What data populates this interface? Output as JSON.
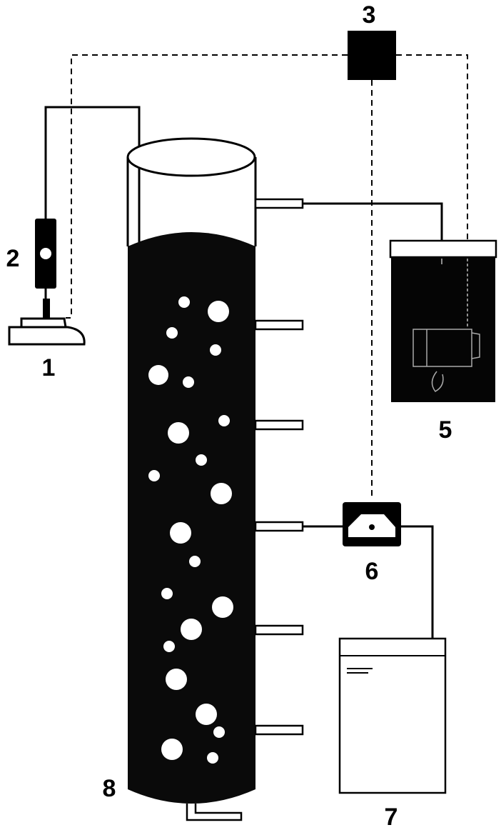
{
  "labels": {
    "n1": "1",
    "n2": "2",
    "n3": "3",
    "n5": "5",
    "n6": "6",
    "n7": "7",
    "n8": "8"
  },
  "colors": {
    "ink": "#000000",
    "liquid": "#0a0a0a",
    "paper": "#ffffff"
  }
}
